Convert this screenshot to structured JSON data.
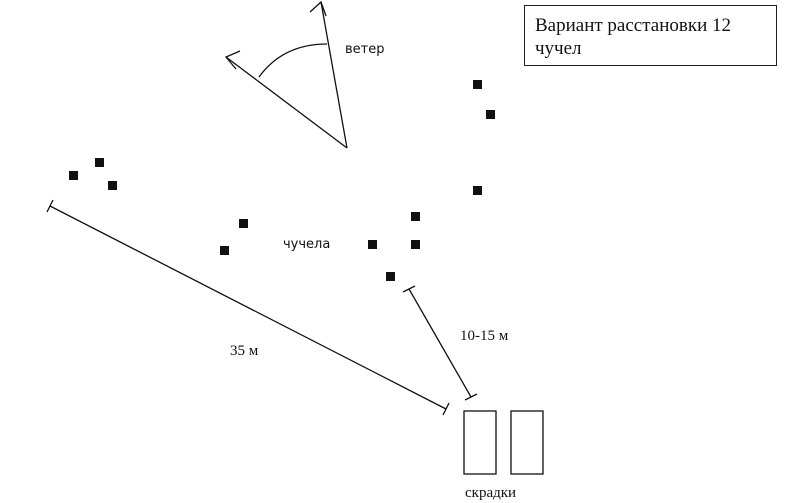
{
  "title": {
    "line1": "Вариант расстановки 12",
    "line2": "чучел"
  },
  "labels": {
    "wind": "ветер",
    "decoys": "чучела",
    "distance_far": "35 м",
    "distance_near": "10-15 м",
    "blinds": "скрадки"
  },
  "icons": {
    "wind_arrow": "wind-direction-arrow-icon",
    "decoy": "decoy-square-icon",
    "blind": "blind-rectangle-icon"
  },
  "decoy_count": 12
}
